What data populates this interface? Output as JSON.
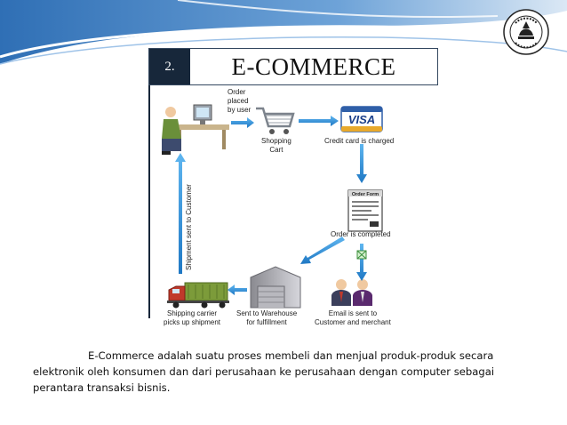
{
  "slide": {
    "number": "2.",
    "title": "E-COMMERCE"
  },
  "diagram": {
    "steps": [
      {
        "id": "order",
        "label_lines": [
          "Order",
          "placed",
          "by user"
        ]
      },
      {
        "id": "cart",
        "label_lines": [
          "Shopping",
          "Cart"
        ]
      },
      {
        "id": "card",
        "label_lines": [
          "Credit card is charged"
        ],
        "card_text": "VISA"
      },
      {
        "id": "form",
        "label_lines": [
          "Order is completed"
        ],
        "form_text": "Order Form"
      },
      {
        "id": "email",
        "label_lines": [
          "Email is sent to",
          "Customer and merchant"
        ]
      },
      {
        "id": "warehouse",
        "label_lines": [
          "Sent to Warehouse",
          "for fulfillment"
        ]
      },
      {
        "id": "carrier",
        "label_lines": [
          "Shipping carrier",
          "picks up shipment"
        ]
      },
      {
        "id": "shipment",
        "label_lines": [
          "Shipment sent to Customer"
        ]
      }
    ]
  },
  "description": "E-Commerce adalah suatu proses membeli dan menjual produk-produk secara elektronik oleh konsumen dan dari perusahaan ke perusahaan dengan computer sebagai perantara transaksi bisnis.",
  "colors": {
    "header_blue": "#2f6fb5",
    "arrow_blue": "#2f8fd6",
    "title_dark": "#17273a"
  }
}
